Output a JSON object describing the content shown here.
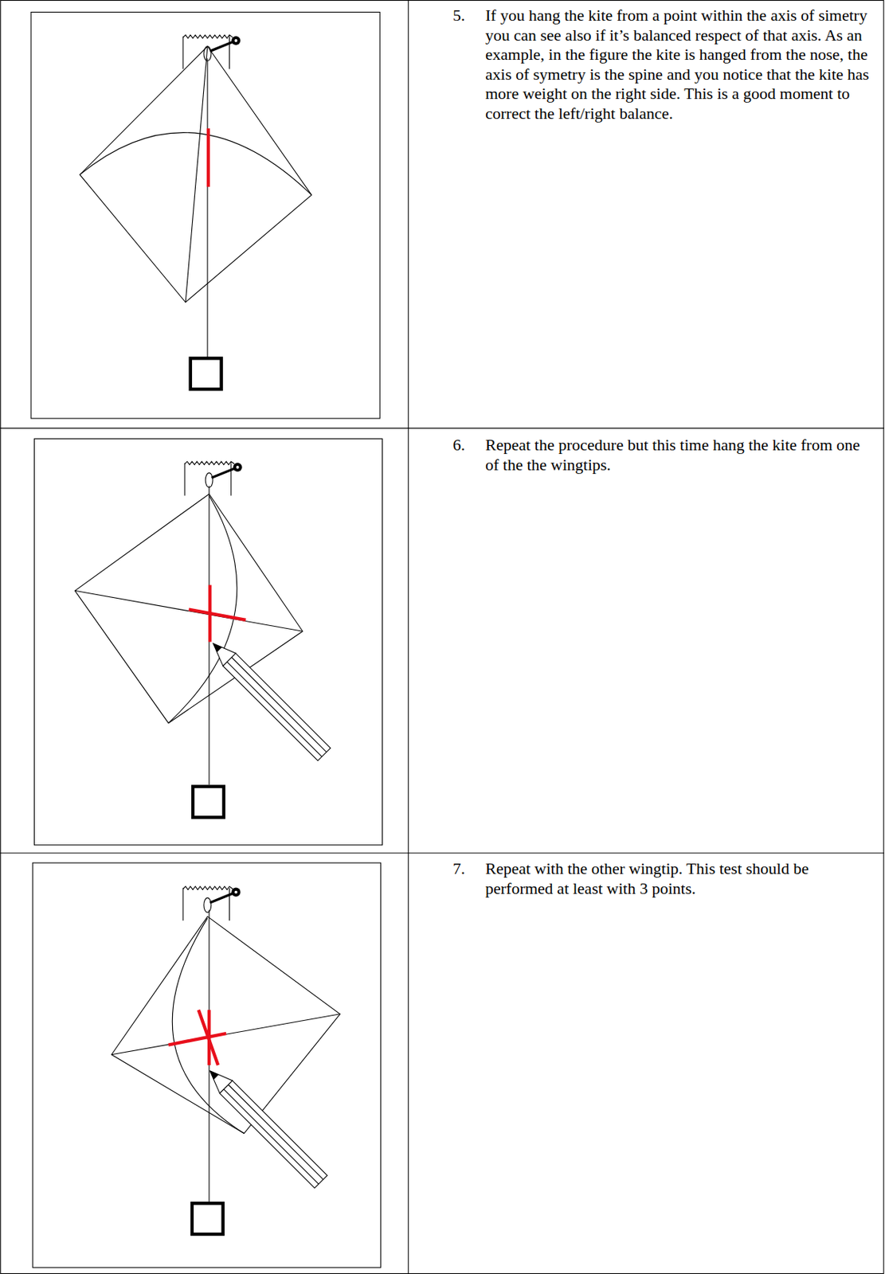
{
  "diagram": {
    "labels": [
      "5.",
      "If you hang the kite from a point within the axis of simetry you can see also if it’s balanced respect of that axis. As an example, in the figure the kite is hanged from the nose, the axis of symetry is the spine and you notice that the kite has more weight on the right side. This is a good moment to correct the left/right balance.",
      "6.",
      "Repeat the procedure but this time hang the kite from one of the the wingtips.",
      "7.",
      "Repeat with the other wingtip. This test should be performed at least with 3 points."
    ]
  }
}
